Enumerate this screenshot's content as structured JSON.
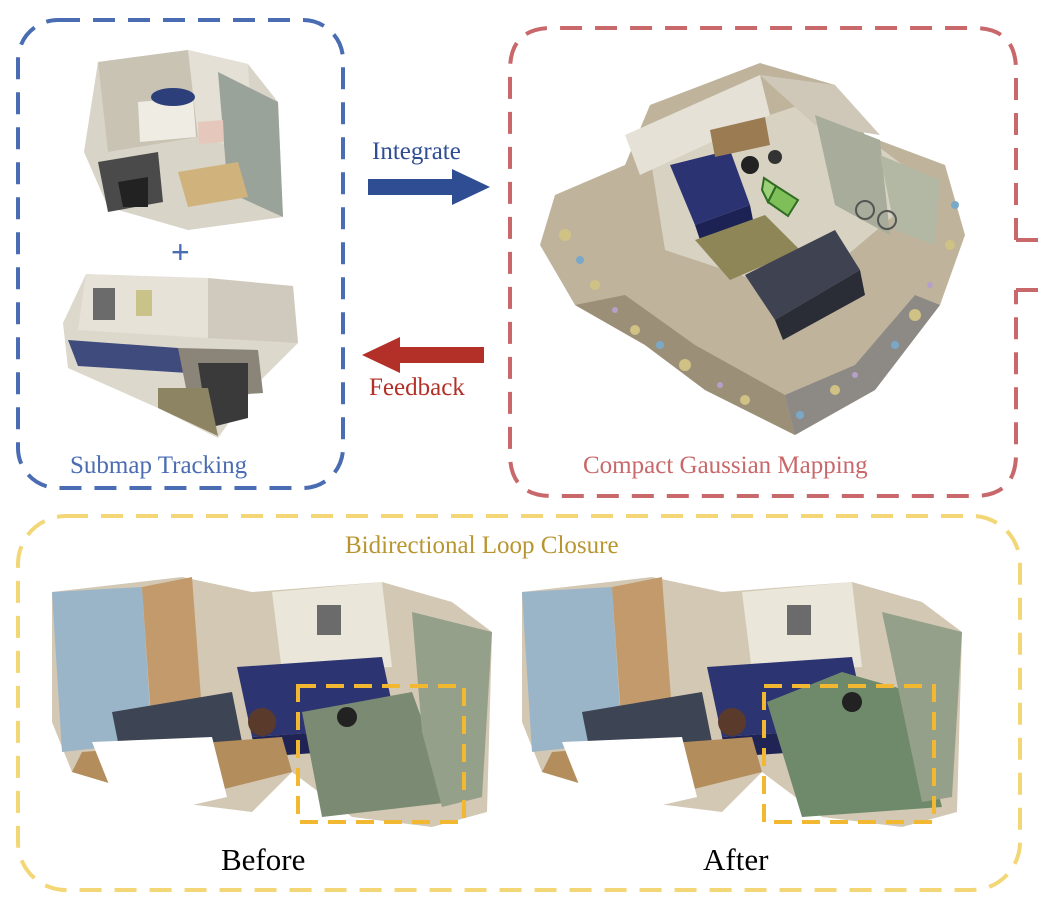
{
  "colors": {
    "submap": "#4a6cb3",
    "mapping": "#c8686a",
    "loop": "#f3d675",
    "loop_title": "#b89530",
    "integrate_arrow": "#2e4d92",
    "feedback_arrow": "#b23028",
    "highlight_box": "#f2b832"
  },
  "submap": {
    "label": "Submap Tracking",
    "plus": "+"
  },
  "mapping": {
    "label": "Compact Gaussian Mapping"
  },
  "arrows": {
    "integrate_label": "Integrate",
    "feedback_label": "Feedback"
  },
  "loop": {
    "title": "Bidirectional Loop Closure",
    "before_label": "Before",
    "after_label": "After"
  },
  "icons": {
    "camera": "camera-frustum-icon"
  }
}
